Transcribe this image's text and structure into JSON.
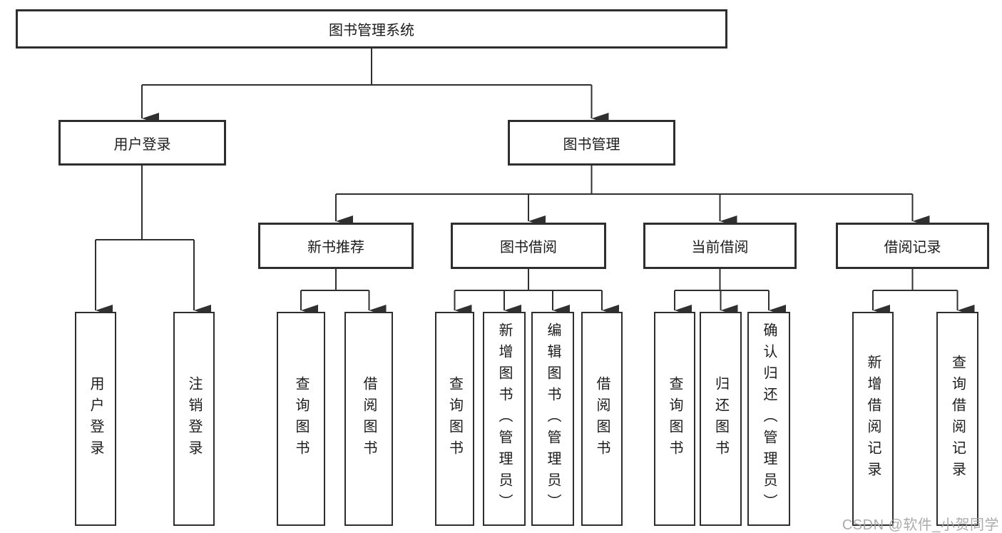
{
  "diagram": {
    "type": "hierarchy-tree",
    "colors": {
      "background": "#ffffff",
      "line": "#303030",
      "box_border": "#2e2e2e",
      "text": "#1c1c1c",
      "watermark": "#a3a3a3"
    },
    "nodes": {
      "root": {
        "label": "图书管理系统"
      },
      "level2": [
        {
          "label": "用户登录",
          "parent": "图书管理系统"
        },
        {
          "label": "图书管理",
          "parent": "图书管理系统"
        }
      ],
      "level3": [
        {
          "label": "新书推荐",
          "parent": "图书管理"
        },
        {
          "label": "图书借阅",
          "parent": "图书管理"
        },
        {
          "label": "当前借阅",
          "parent": "图书管理"
        },
        {
          "label": "借阅记录",
          "parent": "图书管理"
        }
      ],
      "leaves": [
        {
          "label": "用户登录",
          "parent": "用户登录"
        },
        {
          "label": "注销登录",
          "parent": "用户登录"
        },
        {
          "label": "查询图书",
          "parent": "新书推荐"
        },
        {
          "label": "借阅图书",
          "parent": "新书推荐"
        },
        {
          "label": "查询图书",
          "parent": "图书借阅"
        },
        {
          "label": "新增图书（管理员）",
          "parent": "图书借阅"
        },
        {
          "label": "编辑图书（管理员）",
          "parent": "图书借阅"
        },
        {
          "label": "借阅图书",
          "parent": "图书借阅"
        },
        {
          "label": "查询图书",
          "parent": "当前借阅"
        },
        {
          "label": "归还图书",
          "parent": "当前借阅"
        },
        {
          "label": "确认归还（管理员）",
          "parent": "当前借阅"
        },
        {
          "label": "新增借阅记录",
          "parent": "借阅记录"
        },
        {
          "label": "查询借阅记录",
          "parent": "借阅记录"
        }
      ]
    },
    "watermark": {
      "text": "CSDN @软件_小贺同学"
    }
  }
}
